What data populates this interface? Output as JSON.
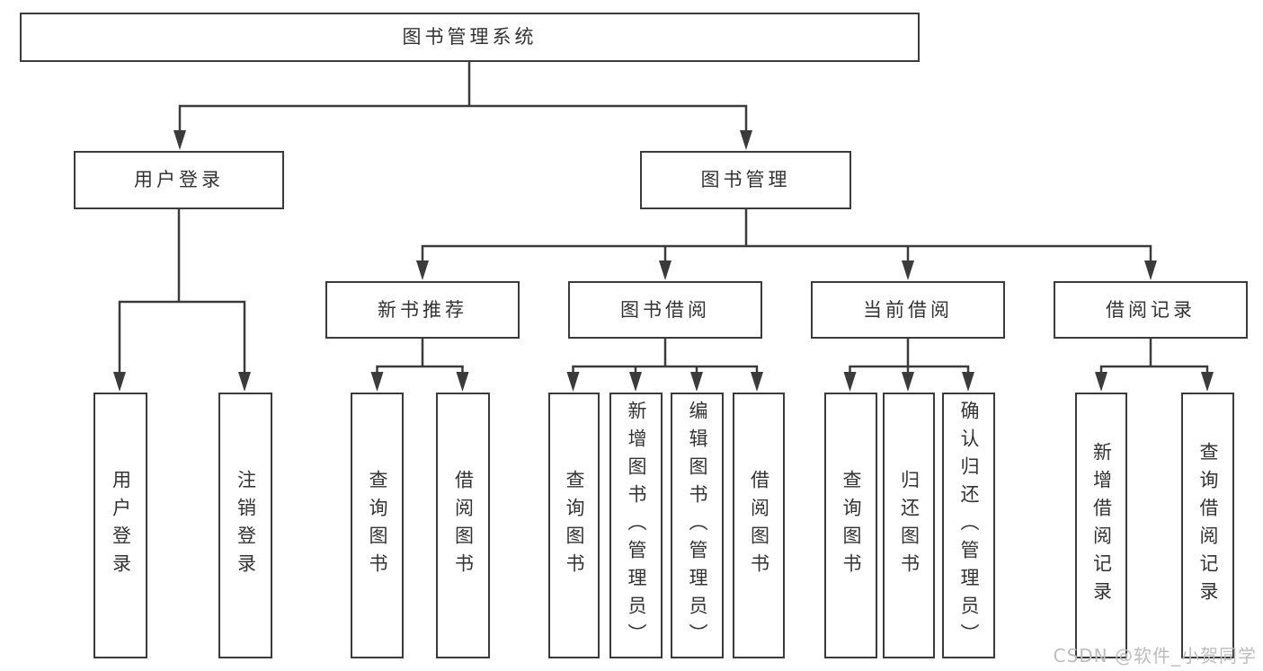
{
  "diagram_title": "图书管理系统",
  "watermark": "CSDN @软件_小贺同学",
  "colors": {
    "line": "#3b3b3b",
    "box_border": "#3b3b3b",
    "text": "#333333",
    "background": "#ffffff",
    "watermark": "#bdbdbd"
  },
  "nodes": {
    "root": "图书管理系统",
    "user_login": "用户登录",
    "book_mgmt": "图书管理",
    "new_book_rec": "新书推荐",
    "book_borrow": "图书借阅",
    "current_borrow": "当前借阅",
    "borrow_records": "借阅记录",
    "leaf_user_login": "用户登录",
    "leaf_logout": "注销登录",
    "leaf_nb_query": "查询图书",
    "leaf_nb_borrow": "借阅图书",
    "leaf_bb_query": "查询图书",
    "leaf_bb_add": "新增图书（管理员）",
    "leaf_bb_edit": "编辑图书（管理员）",
    "leaf_bb_borrow": "借阅图书",
    "leaf_cb_query": "查询图书",
    "leaf_cb_return": "归还图书",
    "leaf_cb_confirm": "确认归还（管理员）",
    "leaf_br_add": "新增借阅记录",
    "leaf_br_query": "查询借阅记录"
  },
  "hierarchy": {
    "label": "图书管理系统",
    "children": [
      {
        "label": "用户登录",
        "children": [
          {
            "label": "用户登录"
          },
          {
            "label": "注销登录"
          }
        ]
      },
      {
        "label": "图书管理",
        "children": [
          {
            "label": "新书推荐",
            "children": [
              {
                "label": "查询图书"
              },
              {
                "label": "借阅图书"
              }
            ]
          },
          {
            "label": "图书借阅",
            "children": [
              {
                "label": "查询图书"
              },
              {
                "label": "新增图书（管理员）"
              },
              {
                "label": "编辑图书（管理员）"
              },
              {
                "label": "借阅图书"
              }
            ]
          },
          {
            "label": "当前借阅",
            "children": [
              {
                "label": "查询图书"
              },
              {
                "label": "归还图书"
              },
              {
                "label": "确认归还（管理员）"
              }
            ]
          },
          {
            "label": "借阅记录",
            "children": [
              {
                "label": "新增借阅记录"
              },
              {
                "label": "查询借阅记录"
              }
            ]
          }
        ]
      }
    ]
  }
}
